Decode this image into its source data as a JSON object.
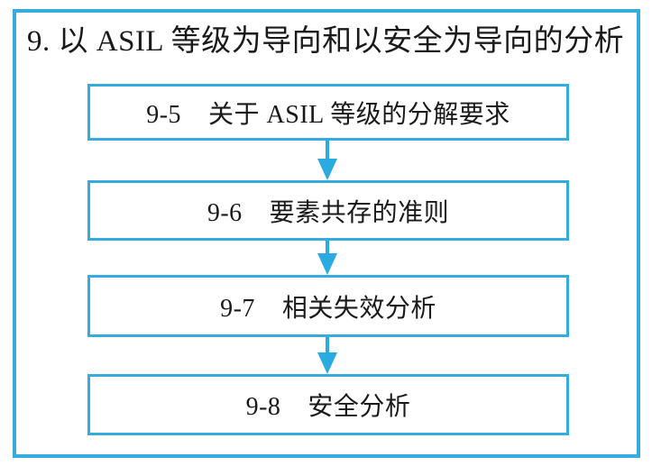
{
  "diagram": {
    "title": "9. 以 ASIL 等级为导向和以安全为导向的分析",
    "frame_color": "#34ace0",
    "box_border_color": "#34ace0",
    "arrow_color": "#29abe2",
    "text_color": "#1a1a1a",
    "background_color": "#ffffff",
    "steps": [
      {
        "id": "9-5",
        "label": "9-5    关于 ASIL 等级的分解要求"
      },
      {
        "id": "9-6",
        "label": "9-6    要素共存的准则"
      },
      {
        "id": "9-7",
        "label": "9-7    相关失效分析"
      },
      {
        "id": "9-8",
        "label": "9-8    安全分析"
      }
    ],
    "connectors": [
      {
        "name": "arrow-9-5-to-9-6",
        "icon": "arrow-down-icon"
      },
      {
        "name": "arrow-9-6-to-9-7",
        "icon": "arrow-down-icon"
      },
      {
        "name": "arrow-9-7-to-9-8",
        "icon": "arrow-down-icon"
      }
    ]
  }
}
